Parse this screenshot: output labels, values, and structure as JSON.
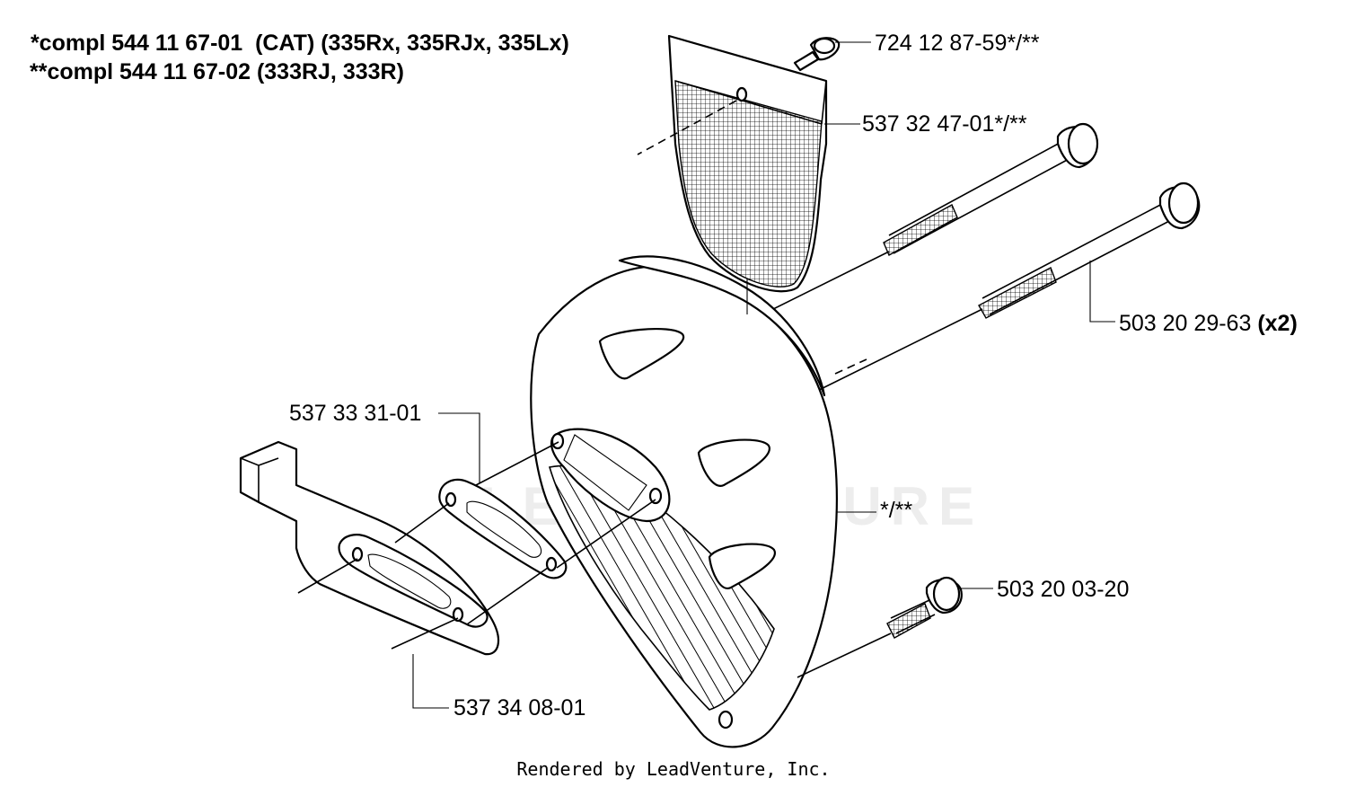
{
  "header": {
    "line1": " *compl 544 11 67-01  (CAT) (335Rx, 335RJx, 335Lx)",
    "line2": "**compl 544 11 67-02 (333RJ, 333R)"
  },
  "watermark": {
    "text": "LEADVENTURE"
  },
  "callouts": {
    "screw_top": "724 12 87-59*/**",
    "screen": "537 32 47-01*/**",
    "bolt_long": "503 20 29-63",
    "bolt_long_qty": "(x2)",
    "gasket_upper": "537 33 31-01",
    "muffler": "*/**",
    "bolt_short": "503 20 03-20",
    "gasket_lower": "537 34 08-01"
  },
  "footer": {
    "text": "Rendered by LeadVenture, Inc."
  }
}
